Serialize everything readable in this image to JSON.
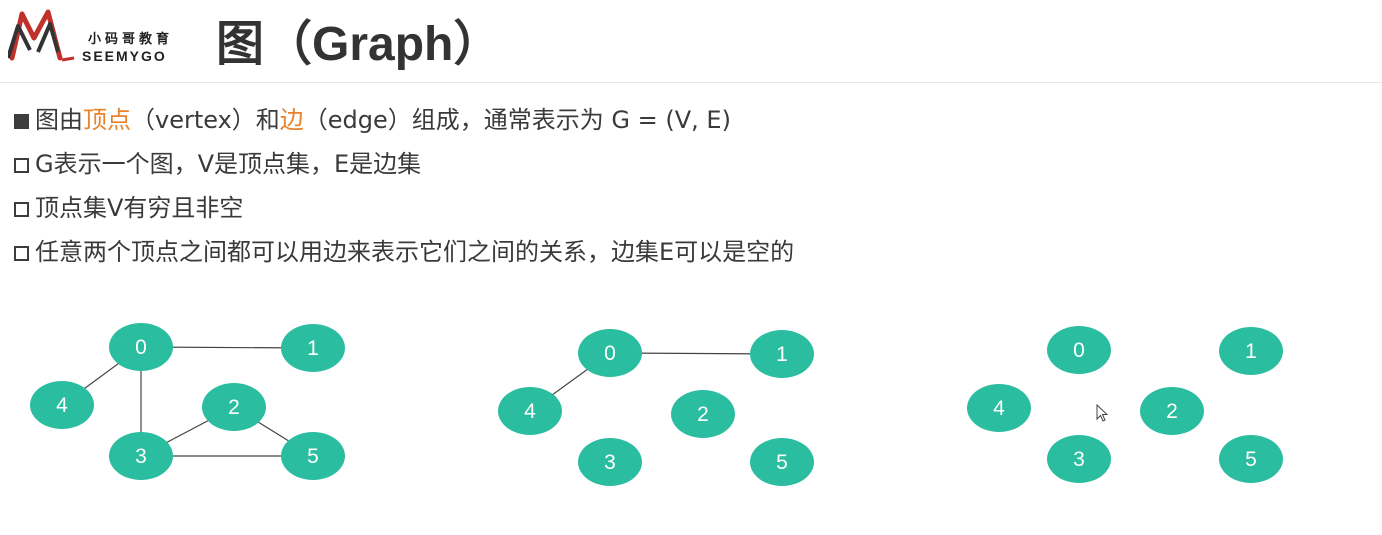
{
  "header": {
    "logo": {
      "cn": "小码哥教育",
      "en": "SEEMYGO"
    },
    "title": "图（Graph）"
  },
  "bullets": [
    {
      "style": "filled",
      "parts": [
        {
          "text": "图由",
          "highlight": false
        },
        {
          "text": "顶点",
          "highlight": true
        },
        {
          "text": "（vertex）和",
          "highlight": false
        },
        {
          "text": "边",
          "highlight": true
        },
        {
          "text": "（edge）组成，通常表示为 G = (V, E)",
          "highlight": false
        }
      ]
    },
    {
      "style": "hollow",
      "parts": [
        {
          "text": "G表示一个图，V是顶点集，E是边集",
          "highlight": false
        }
      ]
    },
    {
      "style": "hollow",
      "parts": [
        {
          "text": "顶点集V有穷且非空",
          "highlight": false
        }
      ]
    },
    {
      "style": "hollow",
      "parts": [
        {
          "text": "任意两个顶点之间都可以用边来表示它们之间的关系，边集E可以是空的",
          "highlight": false
        }
      ]
    }
  ],
  "colors": {
    "node": "#2bbd9f",
    "edge": "#444444",
    "highlight": "#e8822b",
    "text": "#3a3a3a"
  },
  "graphs": [
    {
      "nodes": [
        "0",
        "1",
        "2",
        "3",
        "4",
        "5"
      ],
      "edges": [
        [
          "0",
          "1"
        ],
        [
          "0",
          "4"
        ],
        [
          "0",
          "3"
        ],
        [
          "3",
          "2"
        ],
        [
          "3",
          "5"
        ],
        [
          "2",
          "5"
        ]
      ]
    },
    {
      "nodes": [
        "0",
        "1",
        "2",
        "3",
        "4",
        "5"
      ],
      "edges": [
        [
          "0",
          "1"
        ],
        [
          "0",
          "4"
        ]
      ]
    },
    {
      "nodes": [
        "0",
        "1",
        "2",
        "3",
        "4",
        "5"
      ],
      "edges": []
    }
  ],
  "icons": {
    "cursor": "mouse-pointer-icon",
    "logo": "seemygo-logo-icon"
  }
}
